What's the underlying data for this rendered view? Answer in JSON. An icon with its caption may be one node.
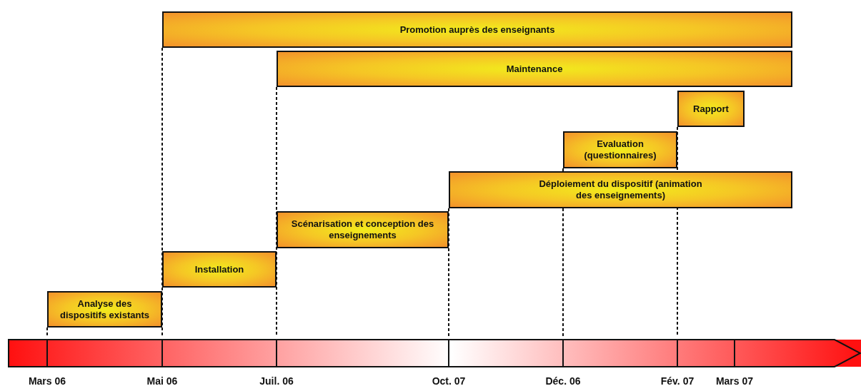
{
  "diagram": {
    "nodes": [
      {
        "text": [
          "Promotion auprès des enseignants"
        ]
      },
      {
        "text": [
          "Maintenance"
        ]
      },
      {
        "text": [
          "Rapport"
        ]
      },
      {
        "text": [
          "Evaluation (questionnaires)"
        ]
      },
      {
        "text": [
          "Déploiement du dispositif (animation des enseignements)"
        ]
      },
      {
        "text": [
          "Scénarisation et conception des enseignements"
        ]
      },
      {
        "text": [
          "Installation"
        ]
      },
      {
        "text": [
          "Analyse des dispositifs existants"
        ]
      }
    ],
    "labels": [
      "Mars 06",
      "Mai 06",
      "Juil. 06",
      "Oct. 07",
      "Déc. 06",
      "Fév. 07",
      "Mars 07"
    ]
  }
}
